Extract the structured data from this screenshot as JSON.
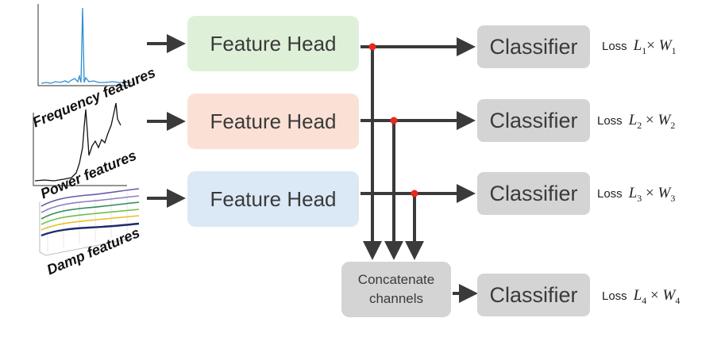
{
  "features": [
    {
      "label": "Frequency features"
    },
    {
      "label": "Power features"
    },
    {
      "label": "Damp features"
    }
  ],
  "heads": [
    {
      "label": "Feature Head",
      "color": "#dff0d8"
    },
    {
      "label": "Feature Head",
      "color": "#fbe1d5"
    },
    {
      "label": "Feature Head",
      "color": "#dbe8f5"
    }
  ],
  "classifiers": [
    {
      "label": "Classifier"
    },
    {
      "label": "Classifier"
    },
    {
      "label": "Classifier"
    },
    {
      "label": "Classifier"
    }
  ],
  "concat": {
    "label": "Concatenate\nchannels"
  },
  "losses": [
    {
      "word": "Loss",
      "L": "L",
      "L_sub": "1",
      "W": "W",
      "W_sub": "1"
    },
    {
      "word": "Loss",
      "L": "L",
      "L_sub": "2",
      "W": "W",
      "W_sub": "2"
    },
    {
      "word": "Loss",
      "L": "L",
      "L_sub": "3",
      "W": "W",
      "W_sub": "3"
    },
    {
      "word": "Loss",
      "L": "L",
      "L_sub": "4",
      "W": "W",
      "W_sub": "4"
    }
  ],
  "colors": {
    "arrow": "#3a3a3a",
    "junction": "#e8291c",
    "classifier": "#d4d4d4"
  }
}
